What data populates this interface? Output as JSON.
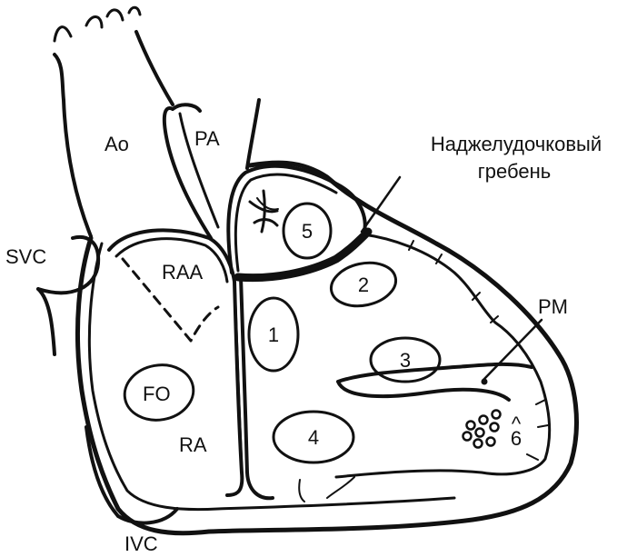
{
  "labels": {
    "ao": "Ao",
    "pa": "PA",
    "svc": "SVC",
    "raa": "RAA",
    "fo": "FO",
    "ra": "RA",
    "ivc": "IVC",
    "pm": "PM",
    "crest_line1": "Наджелудочковый",
    "crest_line2": "гребень"
  },
  "regions": [
    "1",
    "2",
    "3",
    "4",
    "5",
    "6"
  ]
}
